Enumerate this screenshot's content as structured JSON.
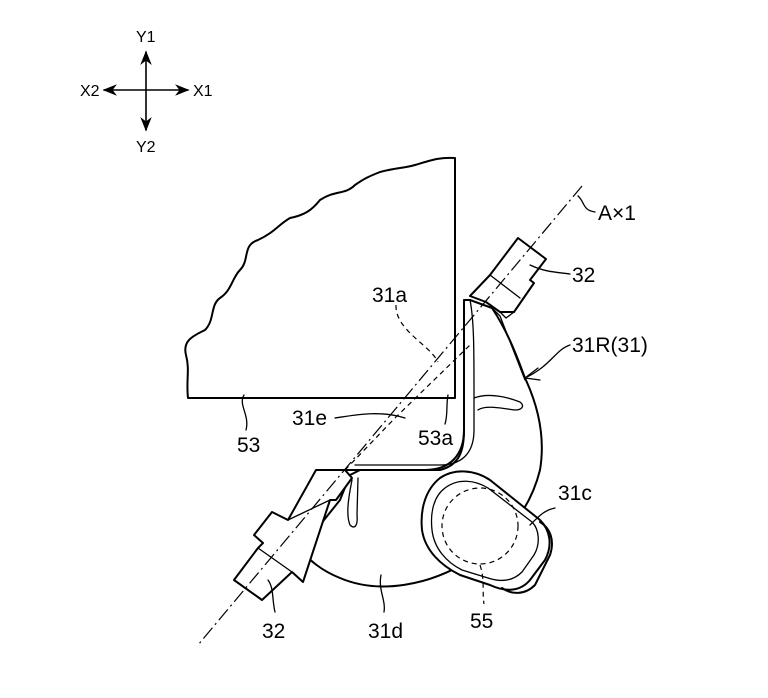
{
  "figure": {
    "axes": {
      "y_up": "Y1",
      "y_down": "Y2",
      "x_left": "X2",
      "x_right": "X1"
    },
    "labels": {
      "axis_line": "A×1",
      "part_32_upper": "32",
      "part_32_lower": "32",
      "part_31R": "31R(31)",
      "part_31a": "31a",
      "part_31e": "31e",
      "part_53": "53",
      "part_53a": "53a",
      "part_31c": "31c",
      "part_31d": "31d",
      "part_55": "55"
    }
  }
}
